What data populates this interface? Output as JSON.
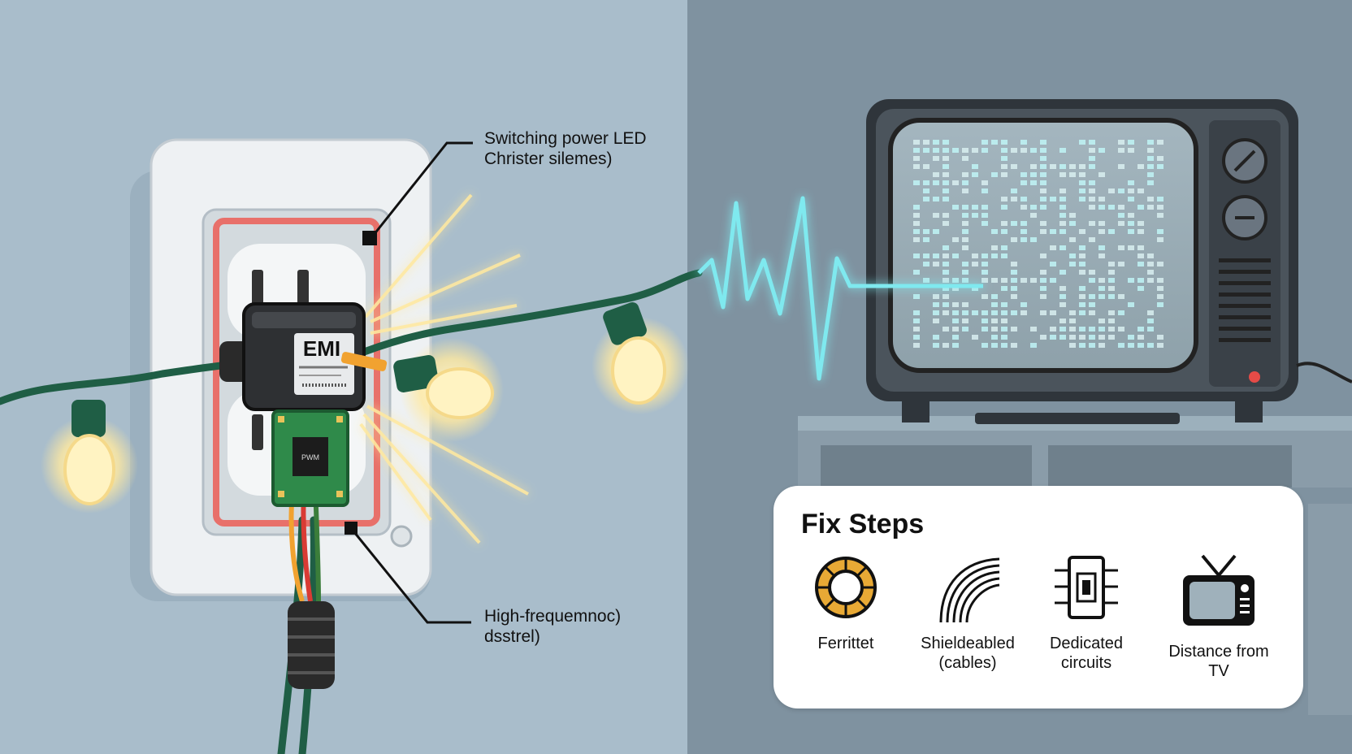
{
  "callouts": {
    "top_line1": "Switching power LED",
    "top_line2": "Christer silemes)",
    "bottom_line1": "High-frequemnoc)",
    "bottom_line2": "dsstrel)"
  },
  "emi_box": {
    "label": "EMI",
    "chip_label": "PWM"
  },
  "fix_steps": {
    "title": "Fix Steps",
    "items": [
      {
        "icon": "ferrite-ring-icon",
        "label_line1": "Ferrittet",
        "label_line2": ""
      },
      {
        "icon": "shielded-cable-icon",
        "label_line1": "Shieldeabled",
        "label_line2": "(cables)"
      },
      {
        "icon": "circuit-breaker-icon",
        "label_line1": "Dedicated",
        "label_line2": "circuits"
      },
      {
        "icon": "tv-icon",
        "label_line1": "Distance from",
        "label_line2": "TV"
      }
    ]
  },
  "colors": {
    "left_wall": "#a9bdcb",
    "right_wall": "#7f92a0",
    "wire_green": "#1f5e45",
    "glow_yellow": "#ffe9a0",
    "signal_cyan": "#7fe9ef",
    "red_outline": "#e8706a",
    "tv_body": "#3a4148"
  }
}
